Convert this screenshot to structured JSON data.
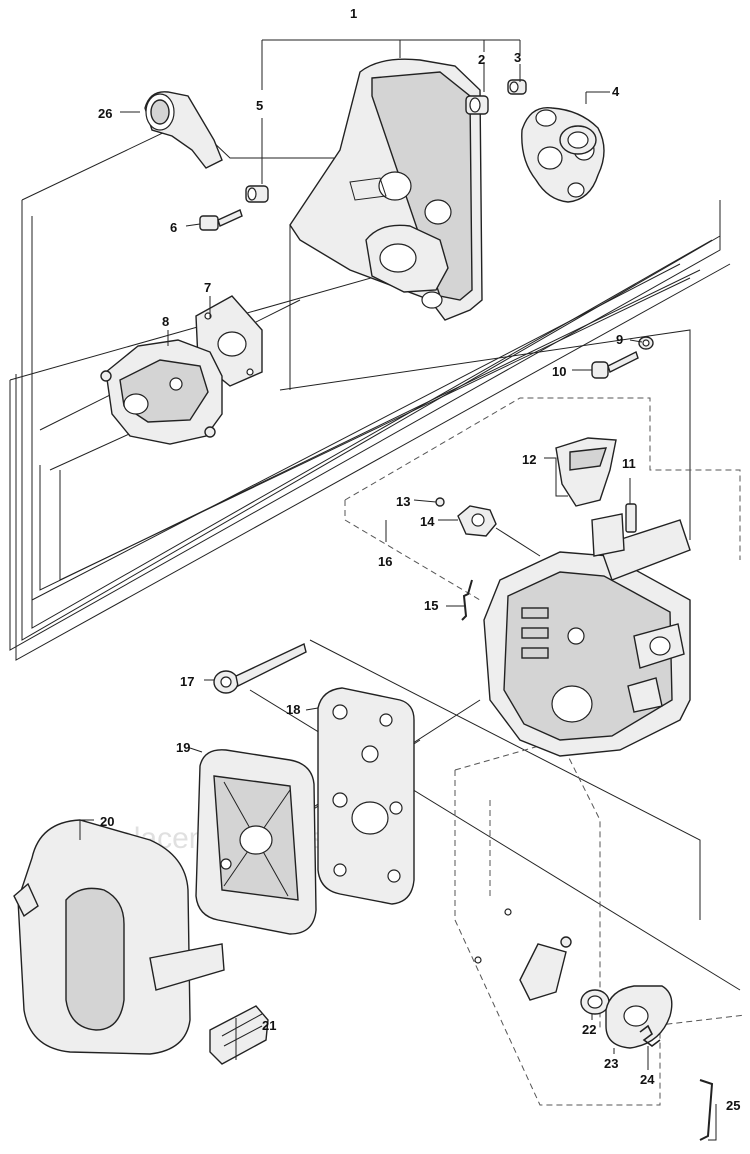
{
  "watermark": "eReplacementParts.com",
  "callouts": [
    "1",
    "2",
    "3",
    "4",
    "5",
    "6",
    "7",
    "8",
    "9",
    "10",
    "11",
    "12",
    "13",
    "14",
    "15",
    "16",
    "17",
    "18",
    "19",
    "20",
    "21",
    "22",
    "23",
    "24",
    "25",
    "26"
  ]
}
